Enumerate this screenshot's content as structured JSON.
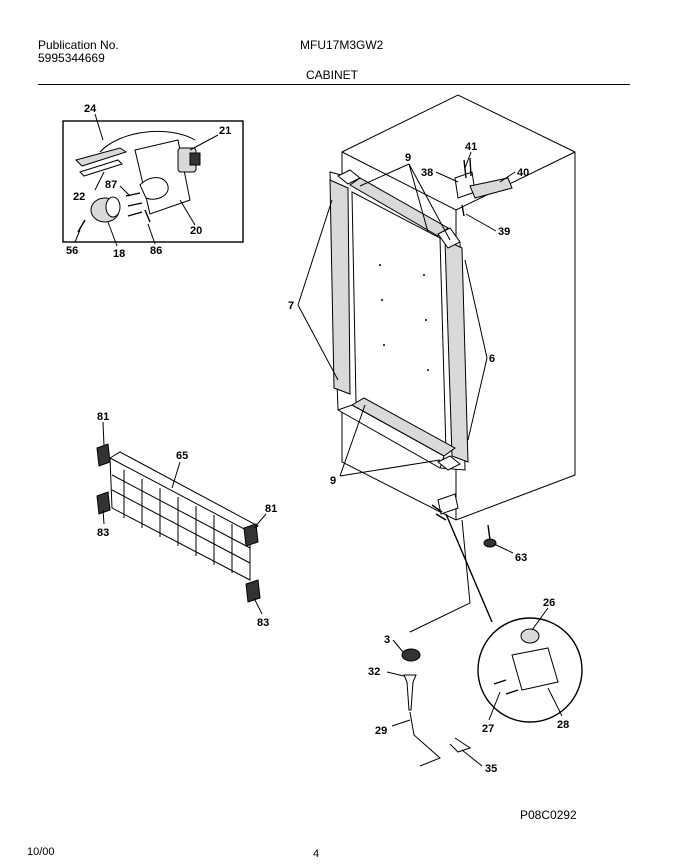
{
  "header": {
    "publication_label": "Publication No.",
    "publication_number": "5995344669",
    "model": "MFU17M3GW2",
    "section_title": "CABINET"
  },
  "footer": {
    "date": "10/00",
    "page": "4",
    "drawing_code": "P08C0292"
  },
  "callouts": {
    "c24": "24",
    "c21": "21",
    "c22": "22",
    "c87": "87",
    "c20": "20",
    "c56": "56",
    "c18": "18",
    "c86": "86",
    "c9a": "9",
    "c41": "41",
    "c38": "38",
    "c40": "40",
    "c39": "39",
    "c7": "7",
    "c6": "6",
    "c9b": "9",
    "c81a": "81",
    "c65": "65",
    "c81b": "81",
    "c83a": "83",
    "c83b": "83",
    "c63": "63",
    "c26": "26",
    "c3": "3",
    "c32": "32",
    "c29": "29",
    "c27": "27",
    "c28": "28",
    "c35": "35"
  }
}
